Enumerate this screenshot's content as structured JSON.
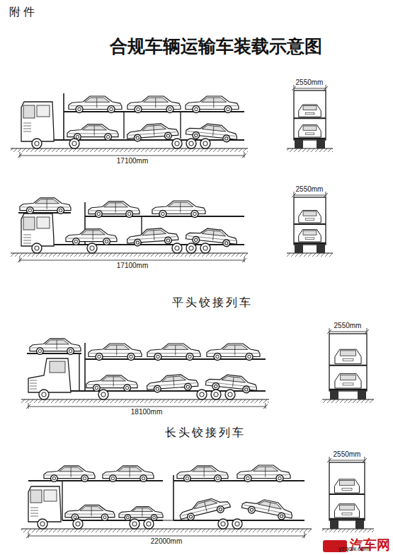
{
  "diagram": {
    "title": "合规车辆运输车装载示意图",
    "labels": [
      "附 件",
      "2550mm",
      "17100mm",
      "2550mm",
      "17100mm",
      "平头铰接列车",
      "2550mm",
      "18100mm",
      "长头铰接列车",
      "2550mm",
      "22000mm",
      "汽车网",
      "yzqcw.com"
    ]
  }
}
